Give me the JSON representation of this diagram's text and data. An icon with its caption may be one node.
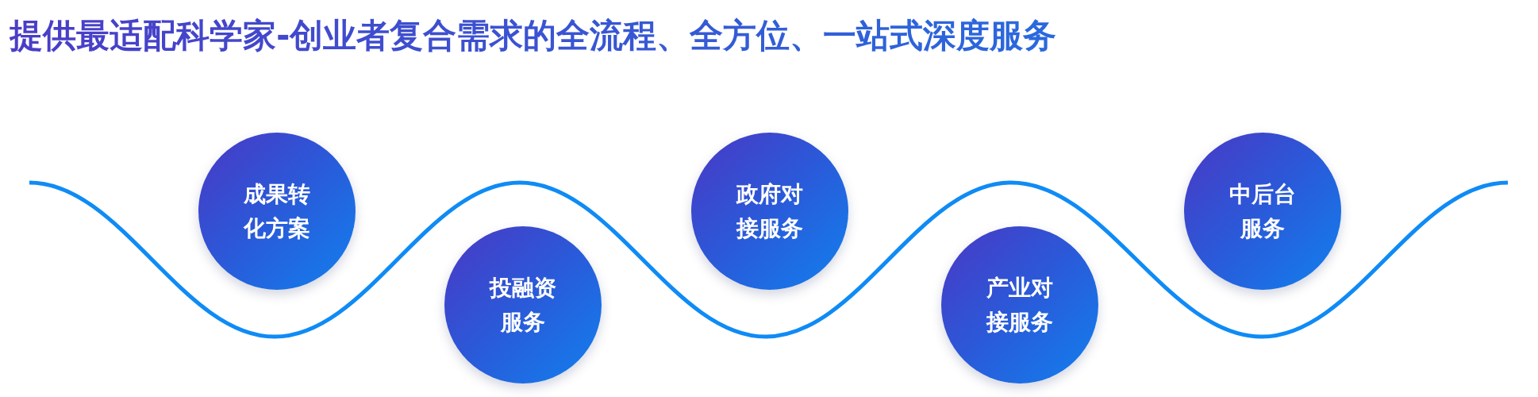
{
  "diagram": {
    "title": "提供最适配科学家-创业者复合需求的全流程、全方位、一站式深度服务",
    "nodes": [
      {
        "text": [
          "成果转化方案"
        ]
      },
      {
        "text": [
          "投融资服务"
        ]
      },
      {
        "text": [
          "政府对接服务"
        ]
      },
      {
        "text": [
          "产业对接服务"
        ]
      },
      {
        "text": [
          "中后台服务"
        ]
      }
    ]
  }
}
